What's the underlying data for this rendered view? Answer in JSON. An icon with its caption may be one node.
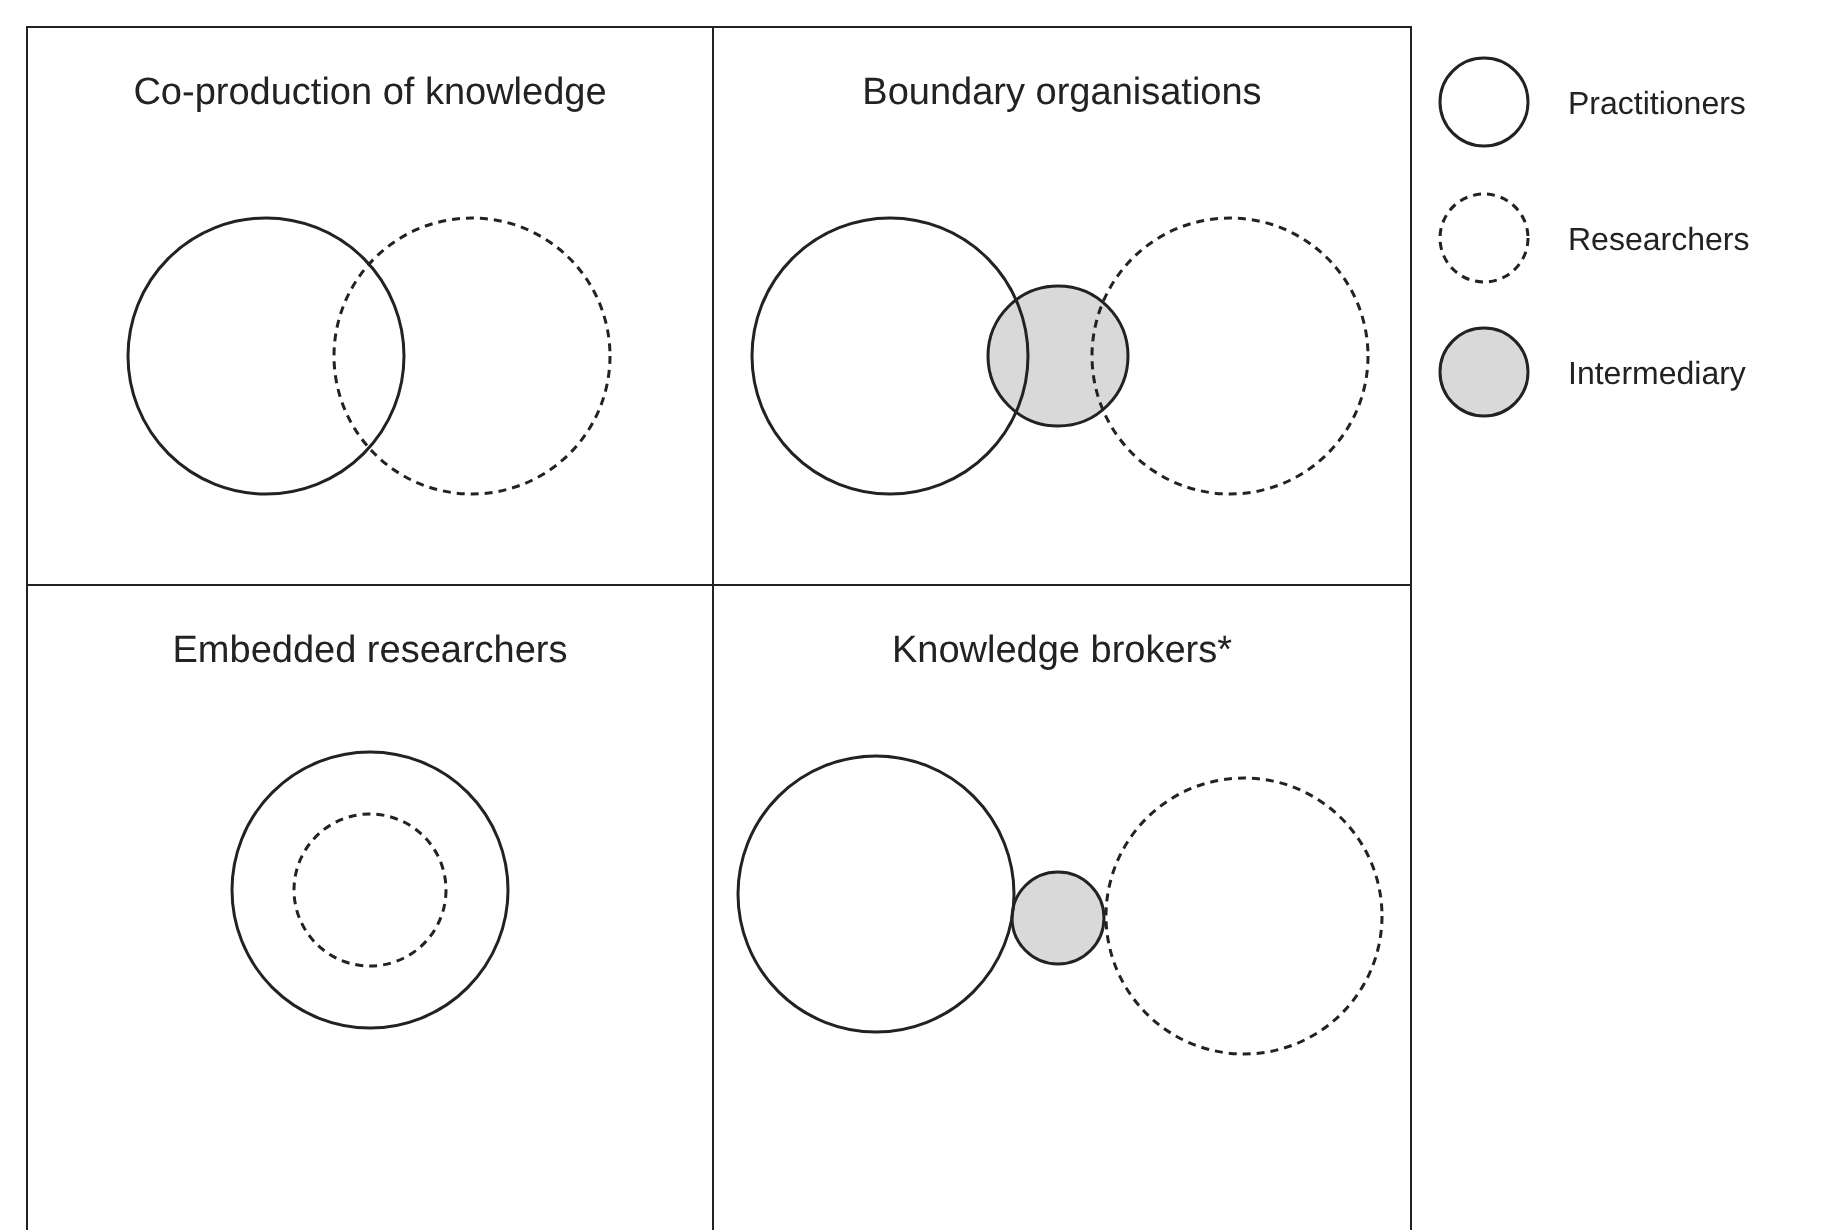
{
  "diagram": {
    "nodes": [
      {
        "text": [
          "Co-production of knowledge"
        ]
      },
      {
        "text": [],
        "shape": "circle",
        "in": 0
      },
      {
        "text": [],
        "shape": "circle",
        "in": 0
      },
      {
        "text": [
          "Boundary organisations"
        ]
      },
      {
        "text": [],
        "shape": "circle",
        "in": 3
      },
      {
        "text": [],
        "shape": "circle",
        "in": 3
      },
      {
        "text": [],
        "shape": "circle",
        "in": 3
      },
      {
        "text": [
          "Embedded researchers"
        ]
      },
      {
        "text": [],
        "shape": "circle",
        "in": 7
      },
      {
        "text": [],
        "shape": "circle",
        "in": 8
      },
      {
        "text": [
          "Knowledge brokers*"
        ]
      },
      {
        "text": [],
        "shape": "circle",
        "in": 10
      },
      {
        "text": [],
        "shape": "circle",
        "in": 10
      },
      {
        "text": [],
        "shape": "circle",
        "in": 10
      }
    ],
    "legend": [
      {
        "text": "Practitioners"
      },
      {
        "text": "Researchers"
      },
      {
        "text": "Intermediary",
        "color": "#d9d9d9"
      }
    ]
  }
}
